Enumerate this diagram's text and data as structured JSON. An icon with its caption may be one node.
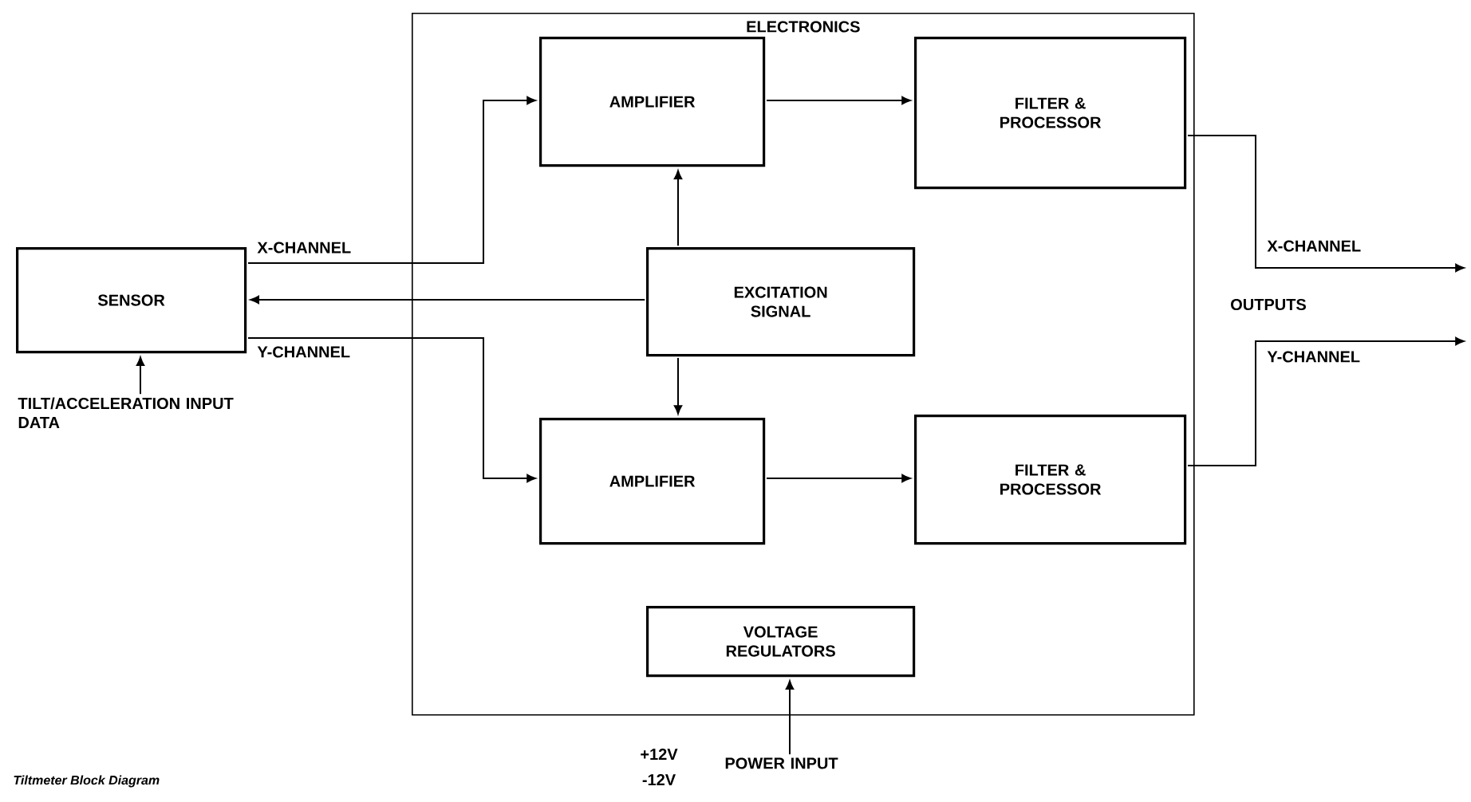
{
  "diagram": {
    "caption": "Tiltmeter Block Diagram",
    "nodes": [
      {
        "text": [
          "ELECTRONICS"
        ]
      },
      {
        "text": [
          "SENSOR"
        ]
      },
      {
        "text": [
          "AMPLIFIER"
        ],
        "in": 0
      },
      {
        "text": [
          "FILTER & PROCESSOR"
        ],
        "in": 0
      },
      {
        "text": [
          "EXCITATION SIGNAL"
        ],
        "in": 0
      },
      {
        "text": [
          "AMPLIFIER"
        ],
        "in": 0
      },
      {
        "text": [
          "FILTER & PROCESSOR"
        ],
        "in": 0
      },
      {
        "text": [
          "VOLTAGE REGULATORS"
        ],
        "in": 0
      },
      {
        "text": [
          "TILT/ACCELERATION INPUT DATA"
        ]
      },
      {
        "text": [
          "POWER INPUT"
        ]
      }
    ],
    "edges": [
      {
        "from": 1,
        "to": 2,
        "arrow": "to",
        "label": "X-CHANNEL"
      },
      {
        "from": 1,
        "to": 5,
        "arrow": "to",
        "label": "Y-CHANNEL"
      },
      {
        "from": 4,
        "to": 1,
        "arrow": "to"
      },
      {
        "from": 4,
        "to": 2,
        "arrow": "to"
      },
      {
        "from": 4,
        "to": 5,
        "arrow": "to"
      },
      {
        "from": 2,
        "to": 3,
        "arrow": "to"
      },
      {
        "from": 5,
        "to": 6,
        "arrow": "to"
      },
      {
        "from": 3,
        "to": null,
        "arrow": "to",
        "label": "X-CHANNEL"
      },
      {
        "from": 6,
        "to": null,
        "arrow": "to",
        "label": "Y-CHANNEL"
      },
      {
        "from": 8,
        "to": 1,
        "arrow": "to"
      },
      {
        "from": 9,
        "to": 7,
        "arrow": "to"
      }
    ],
    "labels": [
      "OUTPUTS",
      "+12V",
      "-12V"
    ]
  }
}
